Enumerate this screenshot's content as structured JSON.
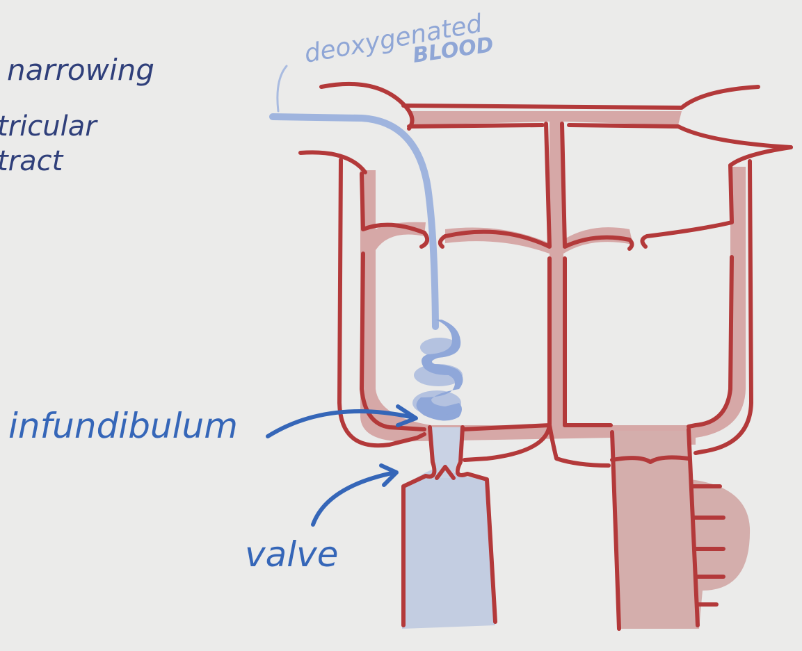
{
  "labels": {
    "narrowing": "narrowing",
    "tricular": "tricular",
    "tract": "tract",
    "deoxygenated": "deoxygenated",
    "blood": "BLOOD",
    "infundibulum": "infundibulum",
    "valve": "valve"
  },
  "colors": {
    "background": "#ebebea",
    "heart_wall": "#b3393a",
    "heart_fill": "#d3a3a2",
    "aorta_fill": "#d2aaa9",
    "pulmonary_fill": "#c2cce0",
    "blood_light": "#97aedb",
    "blood_dark": "#7f9bd6",
    "annotation_blue": "#3566b8",
    "label_dark_blue": "#2f3f7a"
  }
}
